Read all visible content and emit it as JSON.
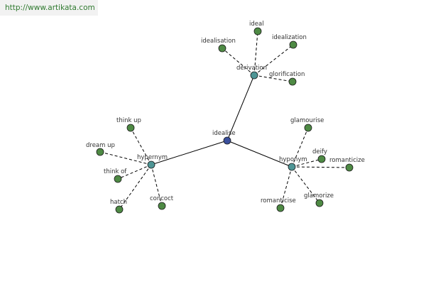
{
  "watermark": {
    "text": "http://www.artikata.com"
  },
  "colors": {
    "center_node": "#3a4f9c",
    "category_node": "#4e9595",
    "leaf_node": "#4e8a44",
    "node_stroke": "#1a1a1a",
    "edge": "#000000",
    "label": "#333333"
  },
  "graph": {
    "center": {
      "id": "idealise",
      "label": "idealise"
    },
    "categories": [
      {
        "id": "derivation",
        "label": "derivation",
        "leaves": [
          {
            "id": "ideal",
            "label": "ideal"
          },
          {
            "id": "idealisation",
            "label": "idealisation"
          },
          {
            "id": "idealization",
            "label": "idealization"
          },
          {
            "id": "glorification",
            "label": "glorification"
          }
        ]
      },
      {
        "id": "hypernym",
        "label": "hypernym",
        "leaves": [
          {
            "id": "think-up",
            "label": "think up"
          },
          {
            "id": "dream-up",
            "label": "dream up"
          },
          {
            "id": "think-of",
            "label": "think of"
          },
          {
            "id": "hatch",
            "label": "hatch"
          },
          {
            "id": "concoct",
            "label": "concoct"
          }
        ]
      },
      {
        "id": "hyponym",
        "label": "hyponym",
        "leaves": [
          {
            "id": "glamourise",
            "label": "glamourise"
          },
          {
            "id": "deify",
            "label": "deify"
          },
          {
            "id": "romanticize",
            "label": "romanticize"
          },
          {
            "id": "glamorize",
            "label": "glamorize"
          },
          {
            "id": "romanticise",
            "label": "romanticise"
          }
        ]
      }
    ]
  }
}
